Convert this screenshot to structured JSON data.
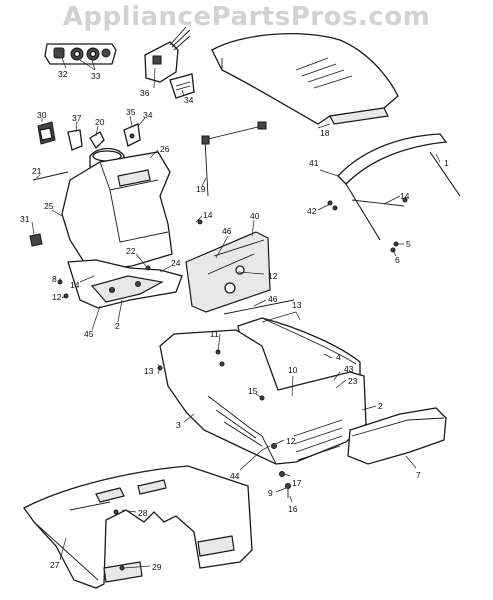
{
  "watermark": "AppliancePartsPros.com",
  "callouts": {
    "c1": "1",
    "c2a": "2",
    "c2b": "2",
    "c3": "3",
    "c4": "4",
    "c5": "5",
    "c6": "6",
    "c7": "7",
    "c8": "8",
    "c9": "9",
    "c10": "10",
    "c11": "11",
    "c12a": "12",
    "c12b": "12",
    "c12c": "12",
    "c13a": "13",
    "c13b": "13",
    "c14a": "14",
    "c14b": "14",
    "c14c": "14",
    "c15": "15",
    "c16": "16",
    "c17": "17",
    "c18": "18",
    "c19": "19",
    "c20": "20",
    "c21": "21",
    "c22": "22",
    "c23": "23",
    "c24": "24",
    "c25": "25",
    "c26": "26",
    "c27": "27",
    "c28": "28",
    "c29": "29",
    "c30": "30",
    "c31": "31",
    "c32": "32",
    "c33": "33",
    "c34a": "34",
    "c34b": "34",
    "c35": "35",
    "c36": "36",
    "c37": "37",
    "c40": "40",
    "c41": "41",
    "c42": "42",
    "c43": "43",
    "c44": "44",
    "c45": "45",
    "c46a": "46",
    "c46b": "46"
  }
}
